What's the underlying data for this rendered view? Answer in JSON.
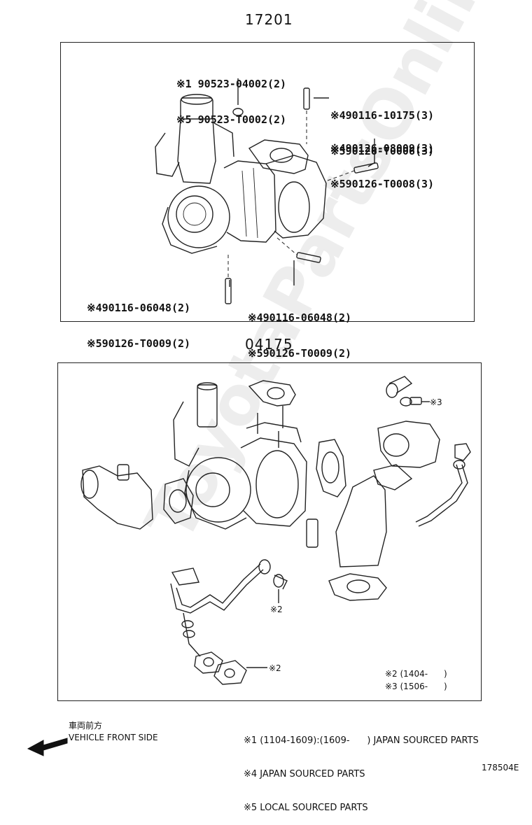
{
  "assembly_top": {
    "part_number": "17201",
    "callouts": [
      {
        "lines": [
          "※1 90523-04002(2)",
          "※5 90523-T0002(2)"
        ]
      },
      {
        "lines": [
          "※490116-10175(3)",
          "※590126-T0006(3)"
        ]
      },
      {
        "lines": [
          "※490126-08009(3)",
          "※590126-T0008(3)"
        ]
      },
      {
        "lines": [
          "※490116-06048(2)",
          "※590126-T0009(2)"
        ]
      },
      {
        "lines": [
          "※490116-06048(2)",
          "※590126-T0009(2)"
        ]
      }
    ]
  },
  "assembly_bottom": {
    "part_number": "04175",
    "markers": [
      "※3",
      "※2",
      "※2"
    ],
    "applicability": [
      "※2 (1404-      )",
      "※3 (1506-      )"
    ]
  },
  "direction": {
    "japanese": "車両前方",
    "english": "VEHICLE FRONT SIDE"
  },
  "legend": [
    "※1 (1104-1609):(1609-      ) JAPAN SOURCED PARTS",
    "※4 JAPAN SOURCED PARTS",
    "※5 LOCAL SOURCED PARTS"
  ],
  "figure_id": "178504E",
  "watermark": "ToyotaPartsOnline.ru"
}
